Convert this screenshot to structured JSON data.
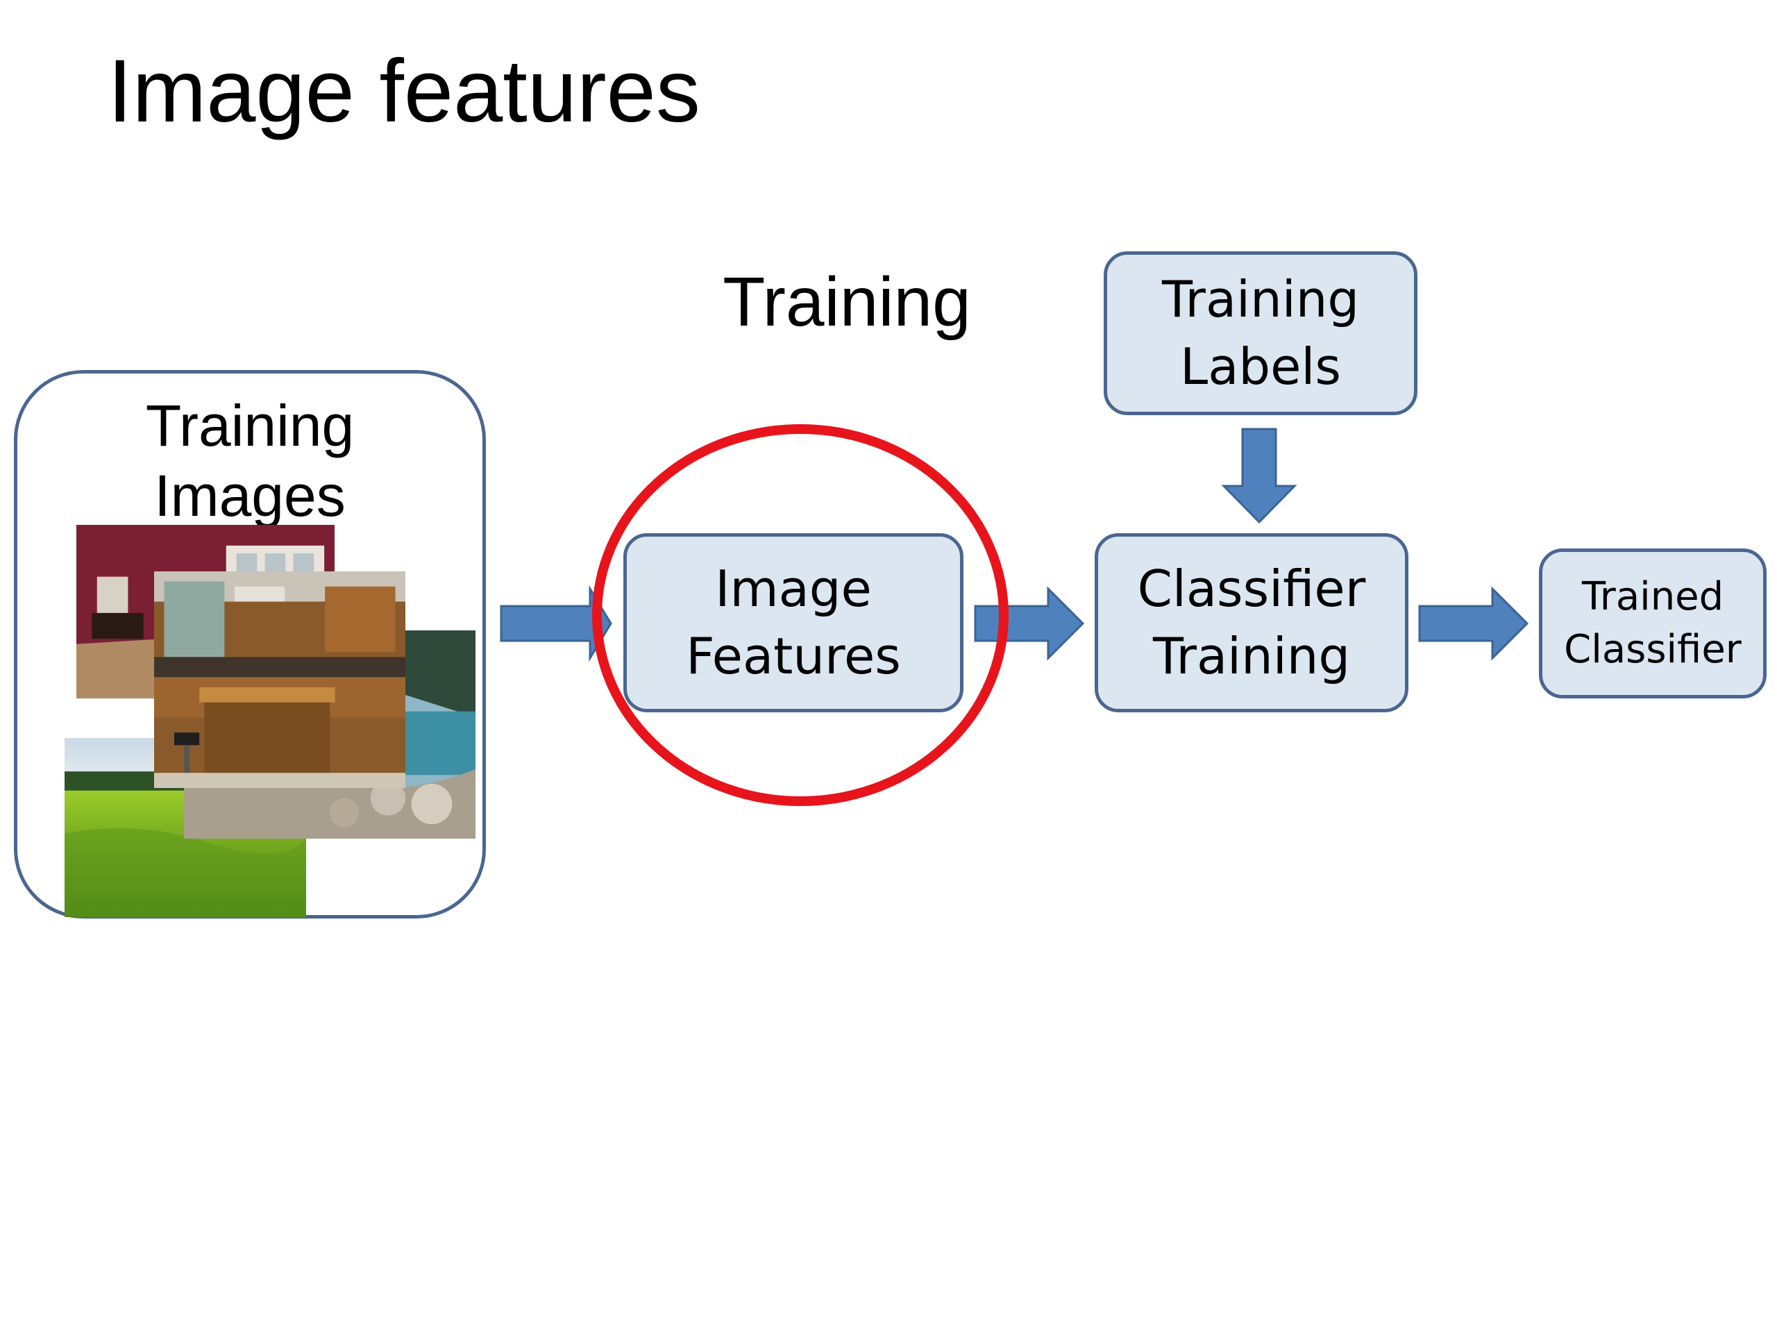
{
  "title": "Image features",
  "phase_label": "Training",
  "training_images": {
    "label_line1": "Training",
    "label_line2": "Images"
  },
  "boxes": {
    "image_features": {
      "line1": "Image",
      "line2": "Features"
    },
    "training_labels": {
      "line1": "Training",
      "line2": "Labels"
    },
    "classifier_training": {
      "line1": "Classifier",
      "line2": "Training"
    },
    "trained_classifier": {
      "line1": "Trained",
      "line2": "Classifier"
    }
  },
  "colors": {
    "box_fill": "#dce6f1",
    "box_border": "#4a6690",
    "arrow": "#4f81bd",
    "highlight_circle": "#e8141c"
  },
  "icons": {
    "arrow": "block-arrow-icon",
    "highlight": "red-ellipse-highlight"
  }
}
